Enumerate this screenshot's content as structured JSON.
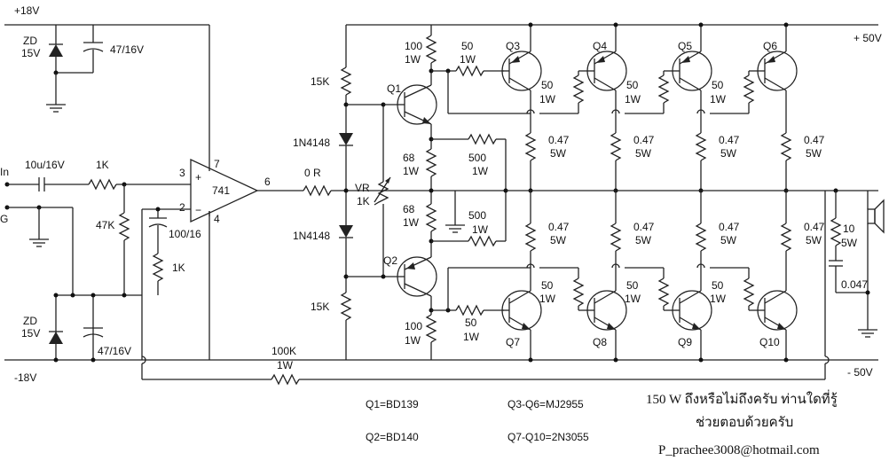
{
  "rails": {
    "pos18": "+18V",
    "neg18": "-18V",
    "pos50": "+ 50V",
    "neg50": "- 50V"
  },
  "inputs": {
    "in": "In",
    "gnd": "G"
  },
  "labels": {
    "zd_top": "ZD",
    "zd_top_v": "15V",
    "cap_top": "47/16V",
    "zd_bot": "ZD",
    "zd_bot_v": "15V",
    "cap_bot": "47/16V",
    "cin": "10u/16V",
    "r1k": "1K",
    "r47k": "47K",
    "cfb": "100/16",
    "r1k_b": "1K",
    "opamp": "741",
    "pin7": "7",
    "pin3": "3",
    "pin2": "2",
    "pin4": "4",
    "pin6": "6",
    "r0": "0 R",
    "r15k_t": "15K",
    "r15k_b": "15K",
    "d1": "1N4148",
    "d2": "1N4148",
    "vr": "VR",
    "vr_v": "1K",
    "q1": "Q1",
    "q2": "Q2",
    "r100t_a": "100",
    "r100t_b": "1W",
    "r50t_a": "50",
    "r50t_b": "1W",
    "r68a": "68",
    "r68a_w": "1W",
    "r68b": "68",
    "r68b_w": "1W",
    "r500a": "500",
    "r500a_w": "1W",
    "r500b": "500",
    "r500b_w": "1W",
    "r100b_a": "100",
    "r100b_b": "1W",
    "r50b_a": "50",
    "r50b_b": "1W",
    "q3": "Q3",
    "q4": "Q4",
    "q5": "Q5",
    "q6": "Q6",
    "q7": "Q7",
    "q8": "Q8",
    "q9": "Q9",
    "q10": "Q10",
    "r50": "50",
    "r1w": "1W",
    "r047": "0.47",
    "r5w": "5W",
    "rz": "10",
    "rz_w": "5W",
    "cz": "0.047",
    "rfb": "100K",
    "rfb_w": "1W"
  },
  "notes": {
    "q1": "Q1=BD139",
    "q2": "Q2=BD140",
    "q36": "Q3-Q6=MJ2955",
    "q710": "Q7-Q10=2N3055",
    "thai1": "150 W ถึงหรือไม่ถึงครับ ท่านใดที่รู้",
    "thai2": "ช่วยตอบด้วยครับ",
    "email": "P_prachee3008@hotmail.com"
  }
}
